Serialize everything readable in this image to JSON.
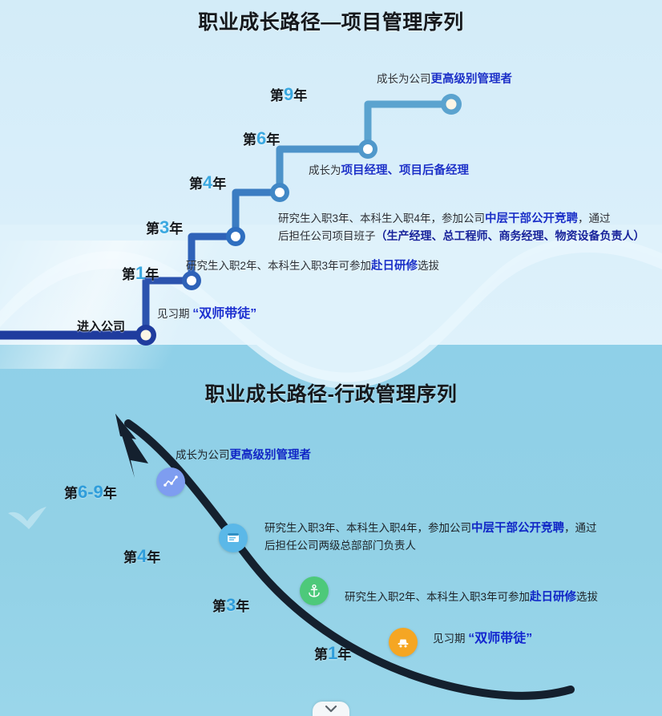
{
  "colors": {
    "bg_top": "#d8eefa",
    "bg_bottom": "#8fd0e8",
    "wave_light": "#dff2fb",
    "line_dark_navy": "#1f3c9e",
    "line_mid_blue": "#2f6fc0",
    "line_light_blue": "#5ba3cf",
    "accent_blue_text": "#1b31c8",
    "year_number_blue": "#3aa8e0",
    "curve_black": "#14202e",
    "icon_periwinkle": "#7e9df0",
    "icon_lightblue": "#5bb8e8",
    "icon_green": "#4dc97a",
    "icon_orange": "#f5a623"
  },
  "section1": {
    "title": "职业成长路径—项目管理序列",
    "entry_label": "进入公司",
    "years": [
      {
        "prefix": "第",
        "num": "1",
        "suffix": "年"
      },
      {
        "prefix": "第",
        "num": "3",
        "suffix": "年"
      },
      {
        "prefix": "第",
        "num": "4",
        "suffix": "年"
      },
      {
        "prefix": "第",
        "num": "6",
        "suffix": "年"
      },
      {
        "prefix": "第",
        "num": "9",
        "suffix": "年"
      }
    ],
    "notes": {
      "probation_plain": "见习期",
      "probation_quoted": "“双师带徒”",
      "japan_pre": "研究生入职2年、本科生入职3年可参加",
      "japan_bold": "赴日研修",
      "japan_post": "选拔",
      "mid_line1_pre": "研究生入职3年、本科生入职4年，参加公司",
      "mid_line1_bold": "中层干部公开竞聘",
      "mid_line1_post": "，通过",
      "mid_line2_pre": "后担任公司项目班子",
      "mid_line2_paren": "（生产经理、总工程师、商务经理、物资设备负责人）",
      "pm_pre": "成长为",
      "pm_bold": "项目经理、项目后备经理",
      "top_pre": "成长为公司",
      "top_bold": "更高级别管理者"
    }
  },
  "section2": {
    "title": "职业成长路径-行政管理序列",
    "years": [
      {
        "prefix": "第",
        "num": "6-9",
        "suffix": "年"
      },
      {
        "prefix": "第",
        "num": "4",
        "suffix": "年"
      },
      {
        "prefix": "第",
        "num": "3",
        "suffix": "年"
      },
      {
        "prefix": "第",
        "num": "1",
        "suffix": "年"
      }
    ],
    "icons": [
      {
        "name": "growth-chart-icon",
        "color": "#7e9df0"
      },
      {
        "name": "window-board-icon",
        "color": "#5bb8e8"
      },
      {
        "name": "anchor-icon",
        "color": "#4dc97a"
      },
      {
        "name": "cart-icon",
        "color": "#f5a623"
      }
    ],
    "notes": {
      "top_pre": "成长为公司",
      "top_bold": "更高级别管理者",
      "mid_line1_pre": "研究生入职3年、本科生入职4年，参加公司",
      "mid_line1_bold": "中层干部公开竞聘",
      "mid_line1_post": "，通过",
      "mid_line2": "后担任公司两级总部部门负责人",
      "japan_pre": "研究生入职2年、本科生入职3年可参加",
      "japan_bold": "赴日研修",
      "japan_post": "选拔",
      "probation_plain": "见习期",
      "probation_quoted": "“双师带徒”"
    }
  },
  "chrome": {
    "scroll_cue": "chevron-down-icon"
  }
}
